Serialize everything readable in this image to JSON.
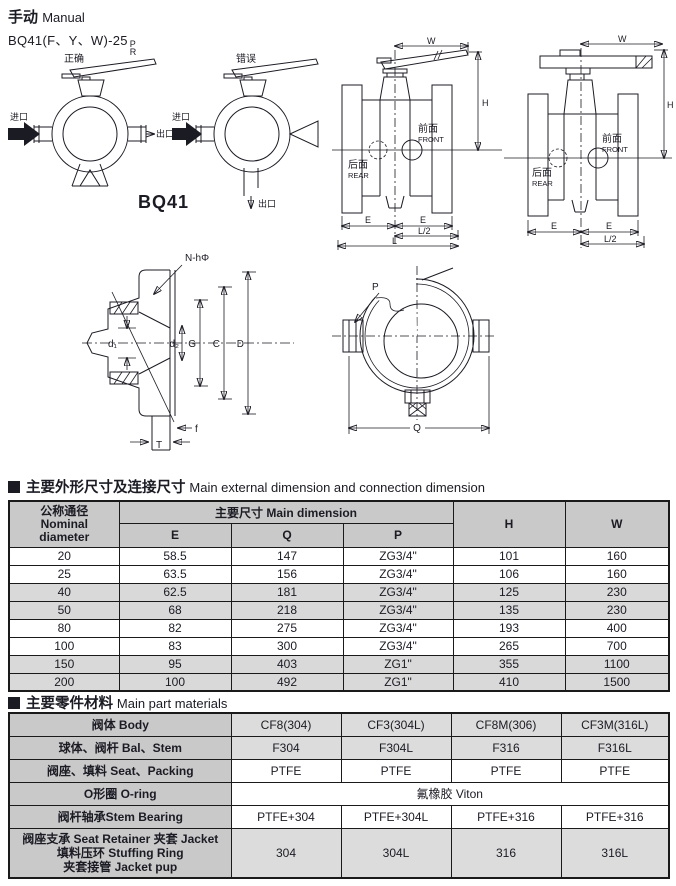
{
  "header": {
    "title_zh": "手动",
    "title_en": "Manual",
    "model": "BQ41(F、Y、W)-25",
    "model_sup": "P",
    "model_sub": "R"
  },
  "figures": {
    "correct": {
      "caption": "正确",
      "inlet": "进口",
      "outlet": "出口"
    },
    "wrong": {
      "caption": "错误",
      "inlet": "进口",
      "outlet": "出口"
    },
    "model_caption": "BQ41",
    "side_view": {
      "front_zh": "前面",
      "front_en": "FRONT",
      "rear_zh": "后面",
      "rear_en": "REAR",
      "dim_w": "W",
      "dim_h": "H",
      "dim_e": "E",
      "dim_l2": "L/2",
      "dim_l": "L"
    },
    "flange_view": {
      "dim_nh": "N-hΦ",
      "dim_d1": "d₁",
      "dim_d2": "d₂",
      "dim_g": "G",
      "dim_c": "C",
      "dim_d": "D",
      "dim_f": "f",
      "dim_t": "T"
    },
    "top_view": {
      "dim_p": "P",
      "dim_q": "Q"
    }
  },
  "dim_table": {
    "title_zh": "主要外形尺寸及连接尺寸",
    "title_en": "Main external dimension and connection dimension",
    "col_nominal": [
      "公称通径",
      "Nominal",
      "diameter"
    ],
    "group_header": "主要尺寸 Main dimension",
    "sub_headers": [
      "E",
      "Q",
      "P"
    ],
    "col_h": "H",
    "col_w": "W",
    "rows": [
      [
        "20",
        "58.5",
        "147",
        "ZG3/4\"",
        "101",
        "160"
      ],
      [
        "25",
        "63.5",
        "156",
        "ZG3/4\"",
        "106",
        "160"
      ],
      [
        "40",
        "62.5",
        "181",
        "ZG3/4\"",
        "125",
        "230"
      ],
      [
        "50",
        "68",
        "218",
        "ZG3/4\"",
        "135",
        "230"
      ],
      [
        "80",
        "82",
        "275",
        "ZG3/4\"",
        "193",
        "400"
      ],
      [
        "100",
        "83",
        "300",
        "ZG3/4\"",
        "265",
        "700"
      ],
      [
        "150",
        "95",
        "403",
        "ZG1\"",
        "355",
        "1100"
      ],
      [
        "200",
        "100",
        "492",
        "ZG1\"",
        "410",
        "1500"
      ]
    ],
    "shaded_rows": [
      2,
      3,
      6,
      7
    ]
  },
  "mat_table": {
    "title_zh": "主要零件材料",
    "title_en": "Main part materials",
    "rows": [
      {
        "label": [
          "阀体 Body"
        ],
        "values": [
          "CF8(304)",
          "CF3(304L)",
          "CF8M(306)",
          "CF3M(316L)"
        ],
        "shaded": true
      },
      {
        "label": [
          "球体、阀杆 Bal、Stem"
        ],
        "values": [
          "F304",
          "F304L",
          "F316",
          "F316L"
        ],
        "shaded": true
      },
      {
        "label": [
          "阀座、填料 Seat、Packing"
        ],
        "values": [
          "PTFE",
          "PTFE",
          "PTFE",
          "PTFE"
        ],
        "shaded": false
      },
      {
        "label": [
          "O形圈 O-ring"
        ],
        "values": [
          "氟橡胶 Viton"
        ],
        "colspan": 4,
        "shaded": false
      },
      {
        "label": [
          "阀杆轴承Stem Bearing"
        ],
        "values": [
          "PTFE+304",
          "PTFE+304L",
          "PTFE+316",
          "PTFE+316"
        ],
        "shaded": false
      },
      {
        "label": [
          "阀座支承 Seat Retainer  夹套 Jacket",
          "填料压环 Stuffing Ring",
          "夹套接管 Jacket pup"
        ],
        "values": [
          "304",
          "304L",
          "316",
          "316L"
        ],
        "shaded": true,
        "tall": true
      }
    ]
  },
  "colors": {
    "ink": "#1b1b24",
    "table_line": "#1a1a1a",
    "header_bg": "#c9c9c9",
    "row_shade": "#d9d9d9",
    "value_shade": "#dcdcdc"
  }
}
